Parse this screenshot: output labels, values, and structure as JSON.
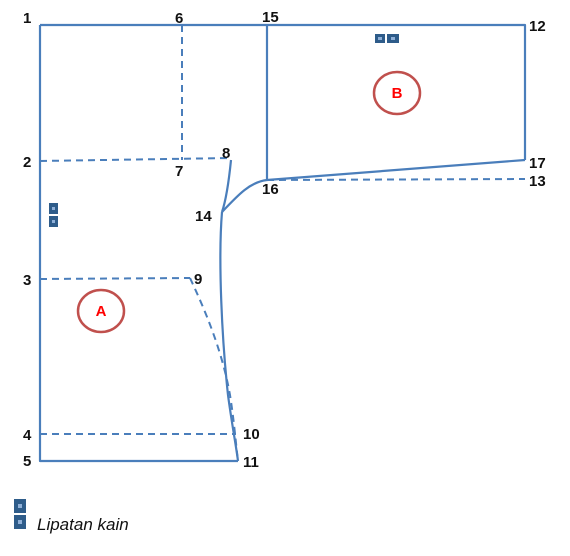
{
  "points": {
    "p1": "1",
    "p2": "2",
    "p3": "3",
    "p4": "4",
    "p5": "5",
    "p6": "6",
    "p7": "7",
    "p8": "8",
    "p9": "9",
    "p10": "10",
    "p11": "11",
    "p12": "12",
    "p13": "13",
    "p14": "14",
    "p15": "15",
    "p16": "16",
    "p17": "17"
  },
  "parts": {
    "a": "A",
    "b": "B"
  },
  "legend": {
    "label": "Lipatan kain"
  },
  "colors": {
    "line": "#4a7ebb",
    "circle": "#c0504d",
    "part_text": "#ff0000",
    "marker": "#2e5c8a"
  }
}
